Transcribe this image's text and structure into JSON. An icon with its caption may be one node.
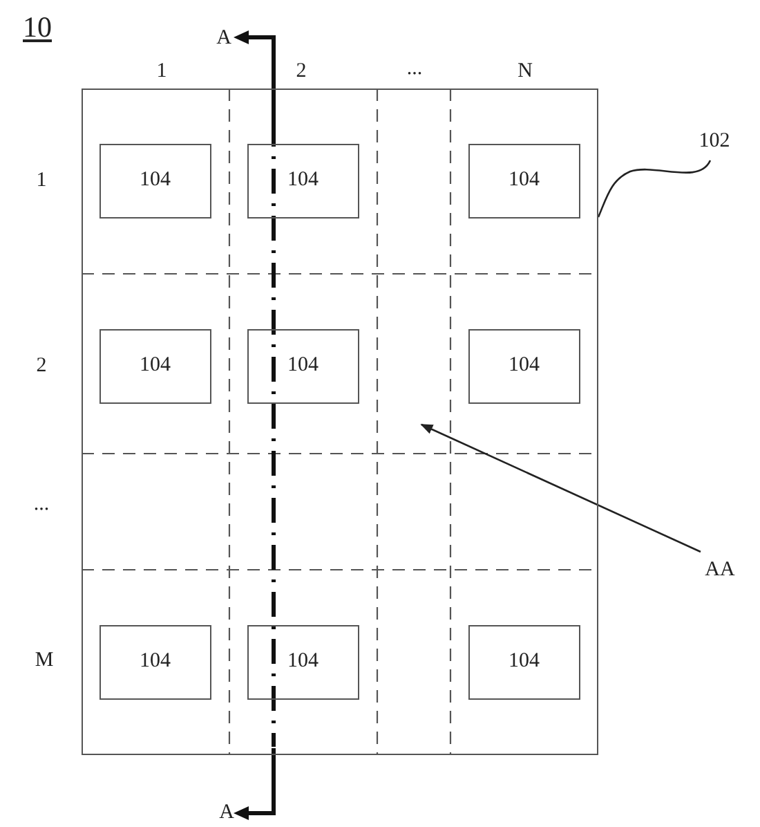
{
  "diagram": {
    "nodes": [
      {
        "text": [],
        "shape": "box"
      },
      {
        "text": [
          "104"
        ],
        "in": 0
      },
      {
        "text": [
          "104"
        ],
        "in": 0
      },
      {
        "text": [
          "104"
        ],
        "in": 0
      },
      {
        "text": [
          "104"
        ],
        "in": 0
      },
      {
        "text": [
          "104"
        ],
        "in": 0
      },
      {
        "text": [
          "104"
        ],
        "in": 0
      },
      {
        "text": [
          "104"
        ],
        "in": 0
      },
      {
        "text": [
          "104"
        ],
        "in": 0
      },
      {
        "text": [
          "104"
        ],
        "in": 0
      },
      {
        "text": [
          "102"
        ]
      },
      {
        "text": [
          "AA"
        ]
      }
    ],
    "edges": [
      {
        "from": 10,
        "to": 0,
        "arrow": "none"
      },
      {
        "from": 11,
        "to": null,
        "arrow": "to"
      }
    ],
    "labels": [
      "10",
      "1",
      "2",
      "...",
      "N",
      "1",
      "2",
      "...",
      "M",
      "A",
      "A"
    ]
  }
}
